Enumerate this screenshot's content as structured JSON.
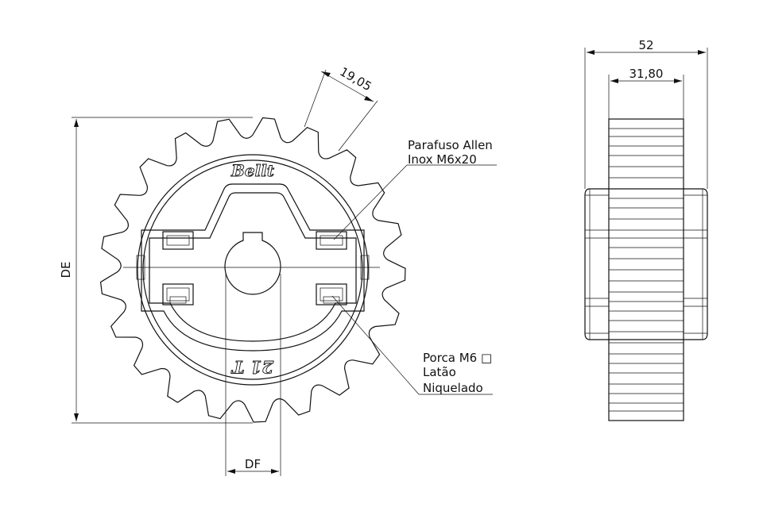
{
  "dimensions": {
    "pitch": "19,05",
    "overall_width": "52",
    "hub_width": "31,80",
    "outer_diameter": "DE",
    "bore_diameter": "DF"
  },
  "labels": {
    "screw_line1": "Parafuso Allen",
    "screw_line2": "Inox M6x20",
    "nut_line1": "Porca M6 □",
    "nut_line2": "Latão",
    "nut_line3": "Niquelado",
    "brand": "Bellt",
    "tooth_mark": "21 T"
  }
}
